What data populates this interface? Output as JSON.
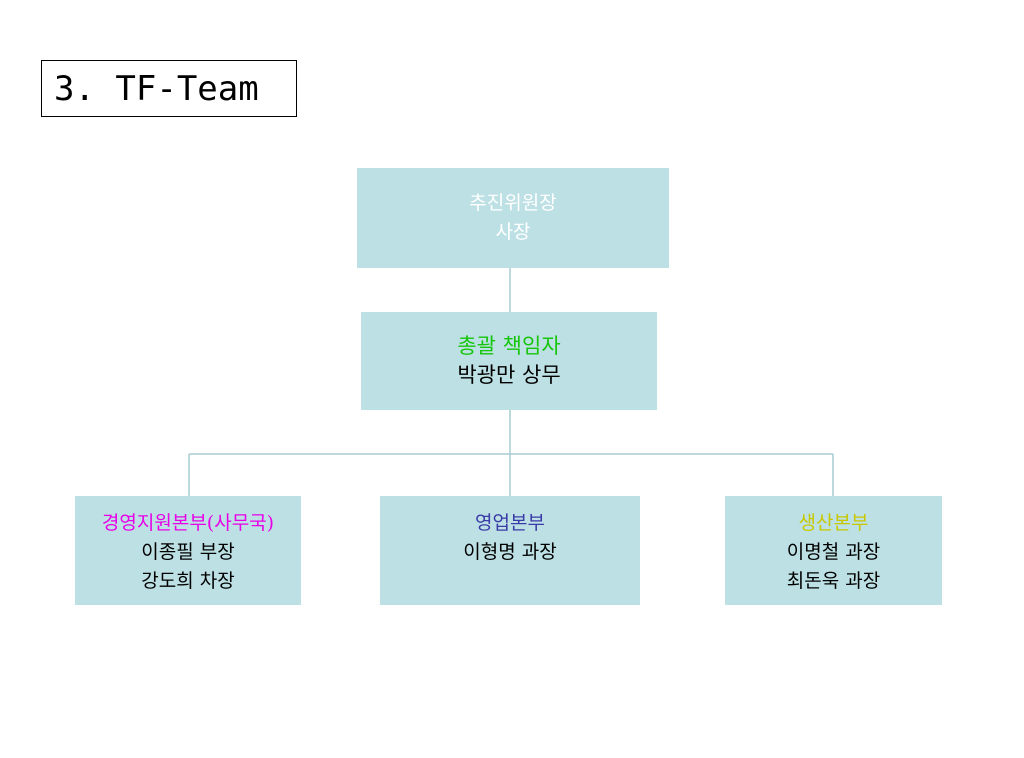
{
  "title": "3. TF-Team",
  "top_node": {
    "line1": "추진위원장",
    "line2": "사장"
  },
  "mid_node": {
    "line1": "총괄 책임자",
    "line2": "박광만 상무"
  },
  "branches": [
    {
      "head": "경영지원본부(사무국)",
      "members": [
        "이종필 부장",
        "강도희 차장"
      ],
      "head_color": "#e800e8"
    },
    {
      "head": "영업본부",
      "members": [
        "이형명 과장"
      ],
      "head_color": "#3a3aa8"
    },
    {
      "head": "생산본부",
      "members": [
        "이명철 과장",
        "최돈욱 과장"
      ],
      "head_color": "#c8c800"
    }
  ],
  "colors": {
    "node_fill": "#bde0e4",
    "connector": "#a9ccd2",
    "top_text": "#ffffff",
    "mid_head": "#16c60c"
  }
}
